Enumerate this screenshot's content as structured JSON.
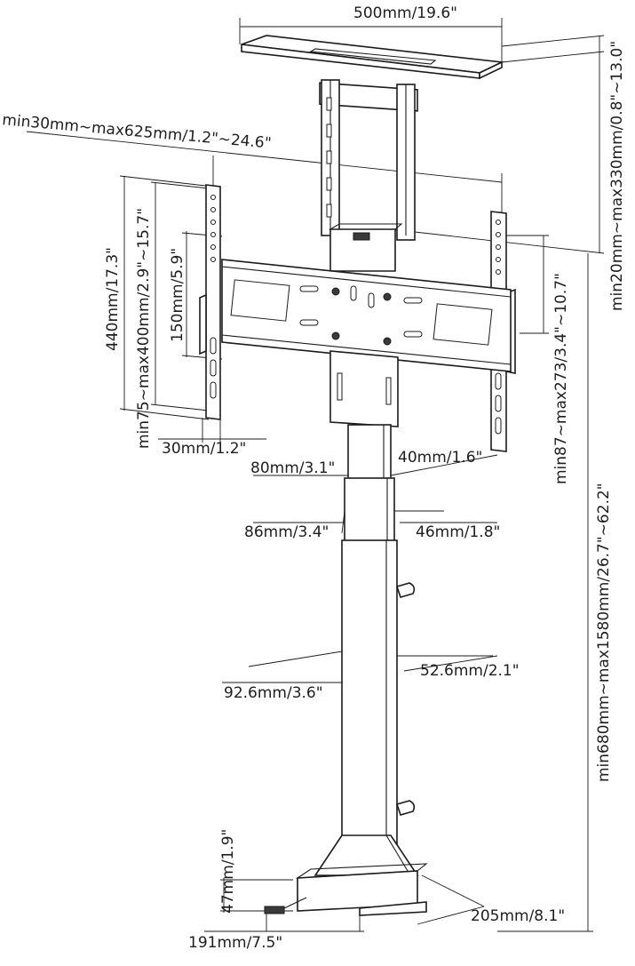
{
  "diagram": {
    "dimensions": {
      "top_plate_width": "500mm/19.6\"",
      "ceiling_gap_range": "min20mm~max330mm/0.8\"~13.0\"",
      "bracket_span_range": "min30mm~max625mm/1.2\"~24.6\"",
      "bracket_height": "440mm/17.3\"",
      "vesa_vertical_range": "min75~max400mm/2.9\"~15.7\"",
      "bracket_inner_height": "150mm/5.9\"",
      "bracket_arm_width": "30mm/1.2\"",
      "vesa_horizontal_range": "min87~max273/3.4\"~10.7\"",
      "upper_column_width": "80mm/3.1\"",
      "upper_column_depth": "40mm/1.6\"",
      "mid_column_width": "86mm/3.4\"",
      "mid_column_depth": "46mm/1.8\"",
      "lower_column_width": "92.6mm/3.6\"",
      "lower_column_depth": "52.6mm/2.1\"",
      "overall_height_range": "min680mm~max1580mm/26.7\"~62.2\"",
      "base_height": "47mm/1.9\"",
      "base_depth": "205mm/8.1\"",
      "base_width": "191mm/7.5\""
    }
  }
}
